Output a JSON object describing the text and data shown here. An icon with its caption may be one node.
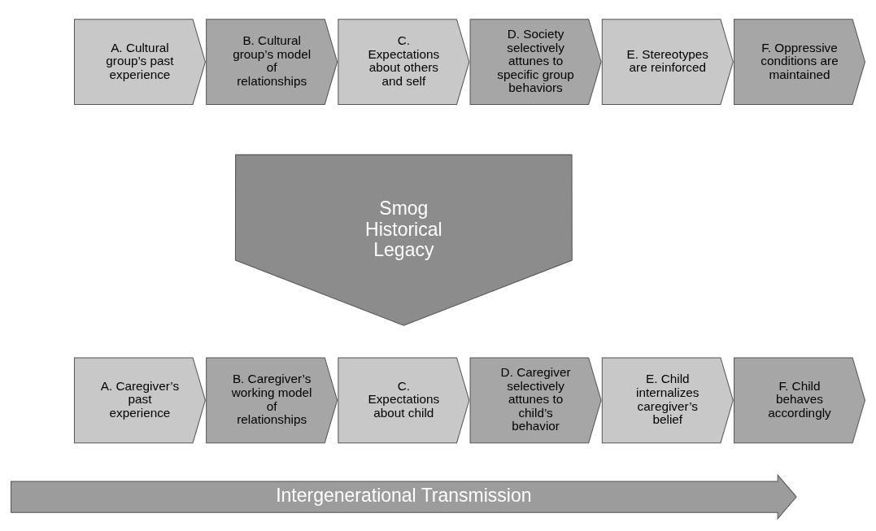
{
  "diagram": {
    "nodes": [
      {
        "text": [
          "A. Cultural group’s past experience"
        ]
      },
      {
        "text": [
          "B. Cultural group’s model of relationships"
        ]
      },
      {
        "text": [
          "C. Expectations about others and self"
        ]
      },
      {
        "text": [
          "D. Society selectively attunes to specific group behaviors"
        ]
      },
      {
        "text": [
          "E. Stereotypes are reinforced"
        ]
      },
      {
        "text": [
          "F. Oppressive conditions are maintained"
        ]
      },
      {
        "text": [
          "Smog Historical Legacy"
        ]
      },
      {
        "text": [
          "A. Caregiver’s past experience"
        ]
      },
      {
        "text": [
          "B. Caregiver’s working model of relationships"
        ]
      },
      {
        "text": [
          "C. Expectations about child"
        ]
      },
      {
        "text": [
          "D. Caregiver selectively attunes to child’s behavior"
        ]
      },
      {
        "text": [
          "E. Child internalizes caregiver’s belief"
        ]
      },
      {
        "text": [
          "F. Child behaves accordingly"
        ]
      },
      {
        "text": [
          "Intergenerational Transmission"
        ]
      }
    ]
  }
}
